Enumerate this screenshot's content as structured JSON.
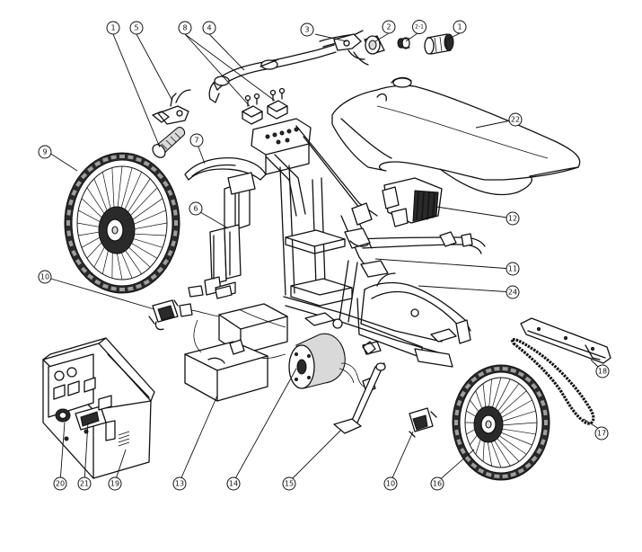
{
  "callouts": [
    {
      "id": "c1a",
      "label": "1"
    },
    {
      "id": "c5",
      "label": "5"
    },
    {
      "id": "c8",
      "label": "8"
    },
    {
      "id": "c4",
      "label": "4"
    },
    {
      "id": "c3",
      "label": "3"
    },
    {
      "id": "c2",
      "label": "2"
    },
    {
      "id": "c21x",
      "label": "2-1"
    },
    {
      "id": "c1b",
      "label": "1"
    },
    {
      "id": "c22",
      "label": "22"
    },
    {
      "id": "c7",
      "label": "7"
    },
    {
      "id": "c9",
      "label": "9"
    },
    {
      "id": "c6",
      "label": "6"
    },
    {
      "id": "c12",
      "label": "12"
    },
    {
      "id": "c11",
      "label": "11"
    },
    {
      "id": "c10a",
      "label": "10"
    },
    {
      "id": "c24",
      "label": "24"
    },
    {
      "id": "c18",
      "label": "18"
    },
    {
      "id": "c17",
      "label": "17"
    },
    {
      "id": "c20",
      "label": "20"
    },
    {
      "id": "c21",
      "label": "21"
    },
    {
      "id": "c19",
      "label": "19"
    },
    {
      "id": "c13",
      "label": "13"
    },
    {
      "id": "c14",
      "label": "14"
    },
    {
      "id": "c15",
      "label": "15"
    },
    {
      "id": "c10b",
      "label": "10"
    },
    {
      "id": "c16",
      "label": "16"
    }
  ],
  "colors": {
    "line": "#111111",
    "background": "#ffffff",
    "shade": "#d9d9d9"
  }
}
